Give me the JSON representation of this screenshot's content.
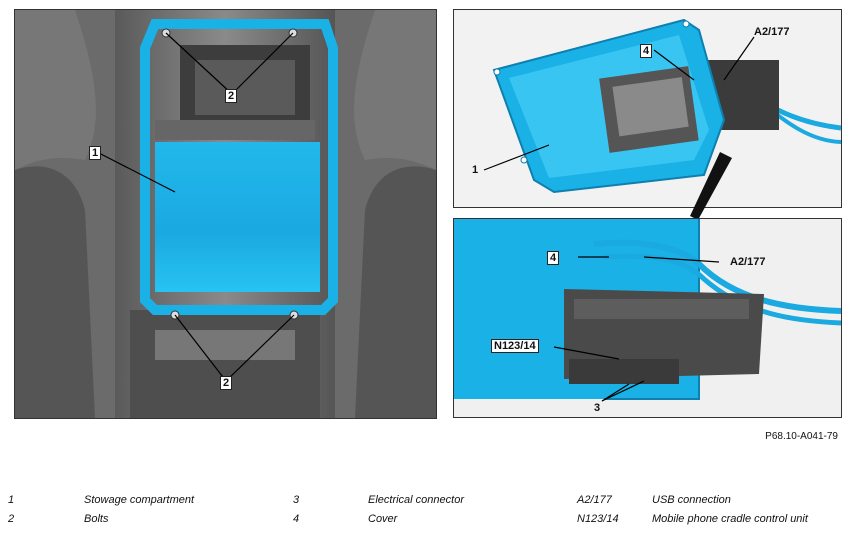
{
  "figure_code": "P68.10-A041-79",
  "callouts": {
    "left_1": "1",
    "left_2_top": "2",
    "left_2_bottom": "2",
    "tr_4": "4",
    "tr_a2": "A2/177",
    "tr_1": "1",
    "br_4": "4",
    "br_a2": "A2/177",
    "br_n123": "N123/14",
    "br_3": "3"
  },
  "legend": [
    {
      "key": "1",
      "label": "Stowage compartment"
    },
    {
      "key": "2",
      "label": "Bolts"
    },
    {
      "key": "3",
      "label": "Electrical connector"
    },
    {
      "key": "4",
      "label": "Cover"
    },
    {
      "key": "A2/177",
      "label": "USB connection"
    },
    {
      "key": "N123/14",
      "label": "Mobile phone cradle control unit"
    }
  ],
  "colors": {
    "compartment": "#19b1e6",
    "compartment_edge": "#0e7fae",
    "vehicle_gray": "#6a6a6a"
  }
}
